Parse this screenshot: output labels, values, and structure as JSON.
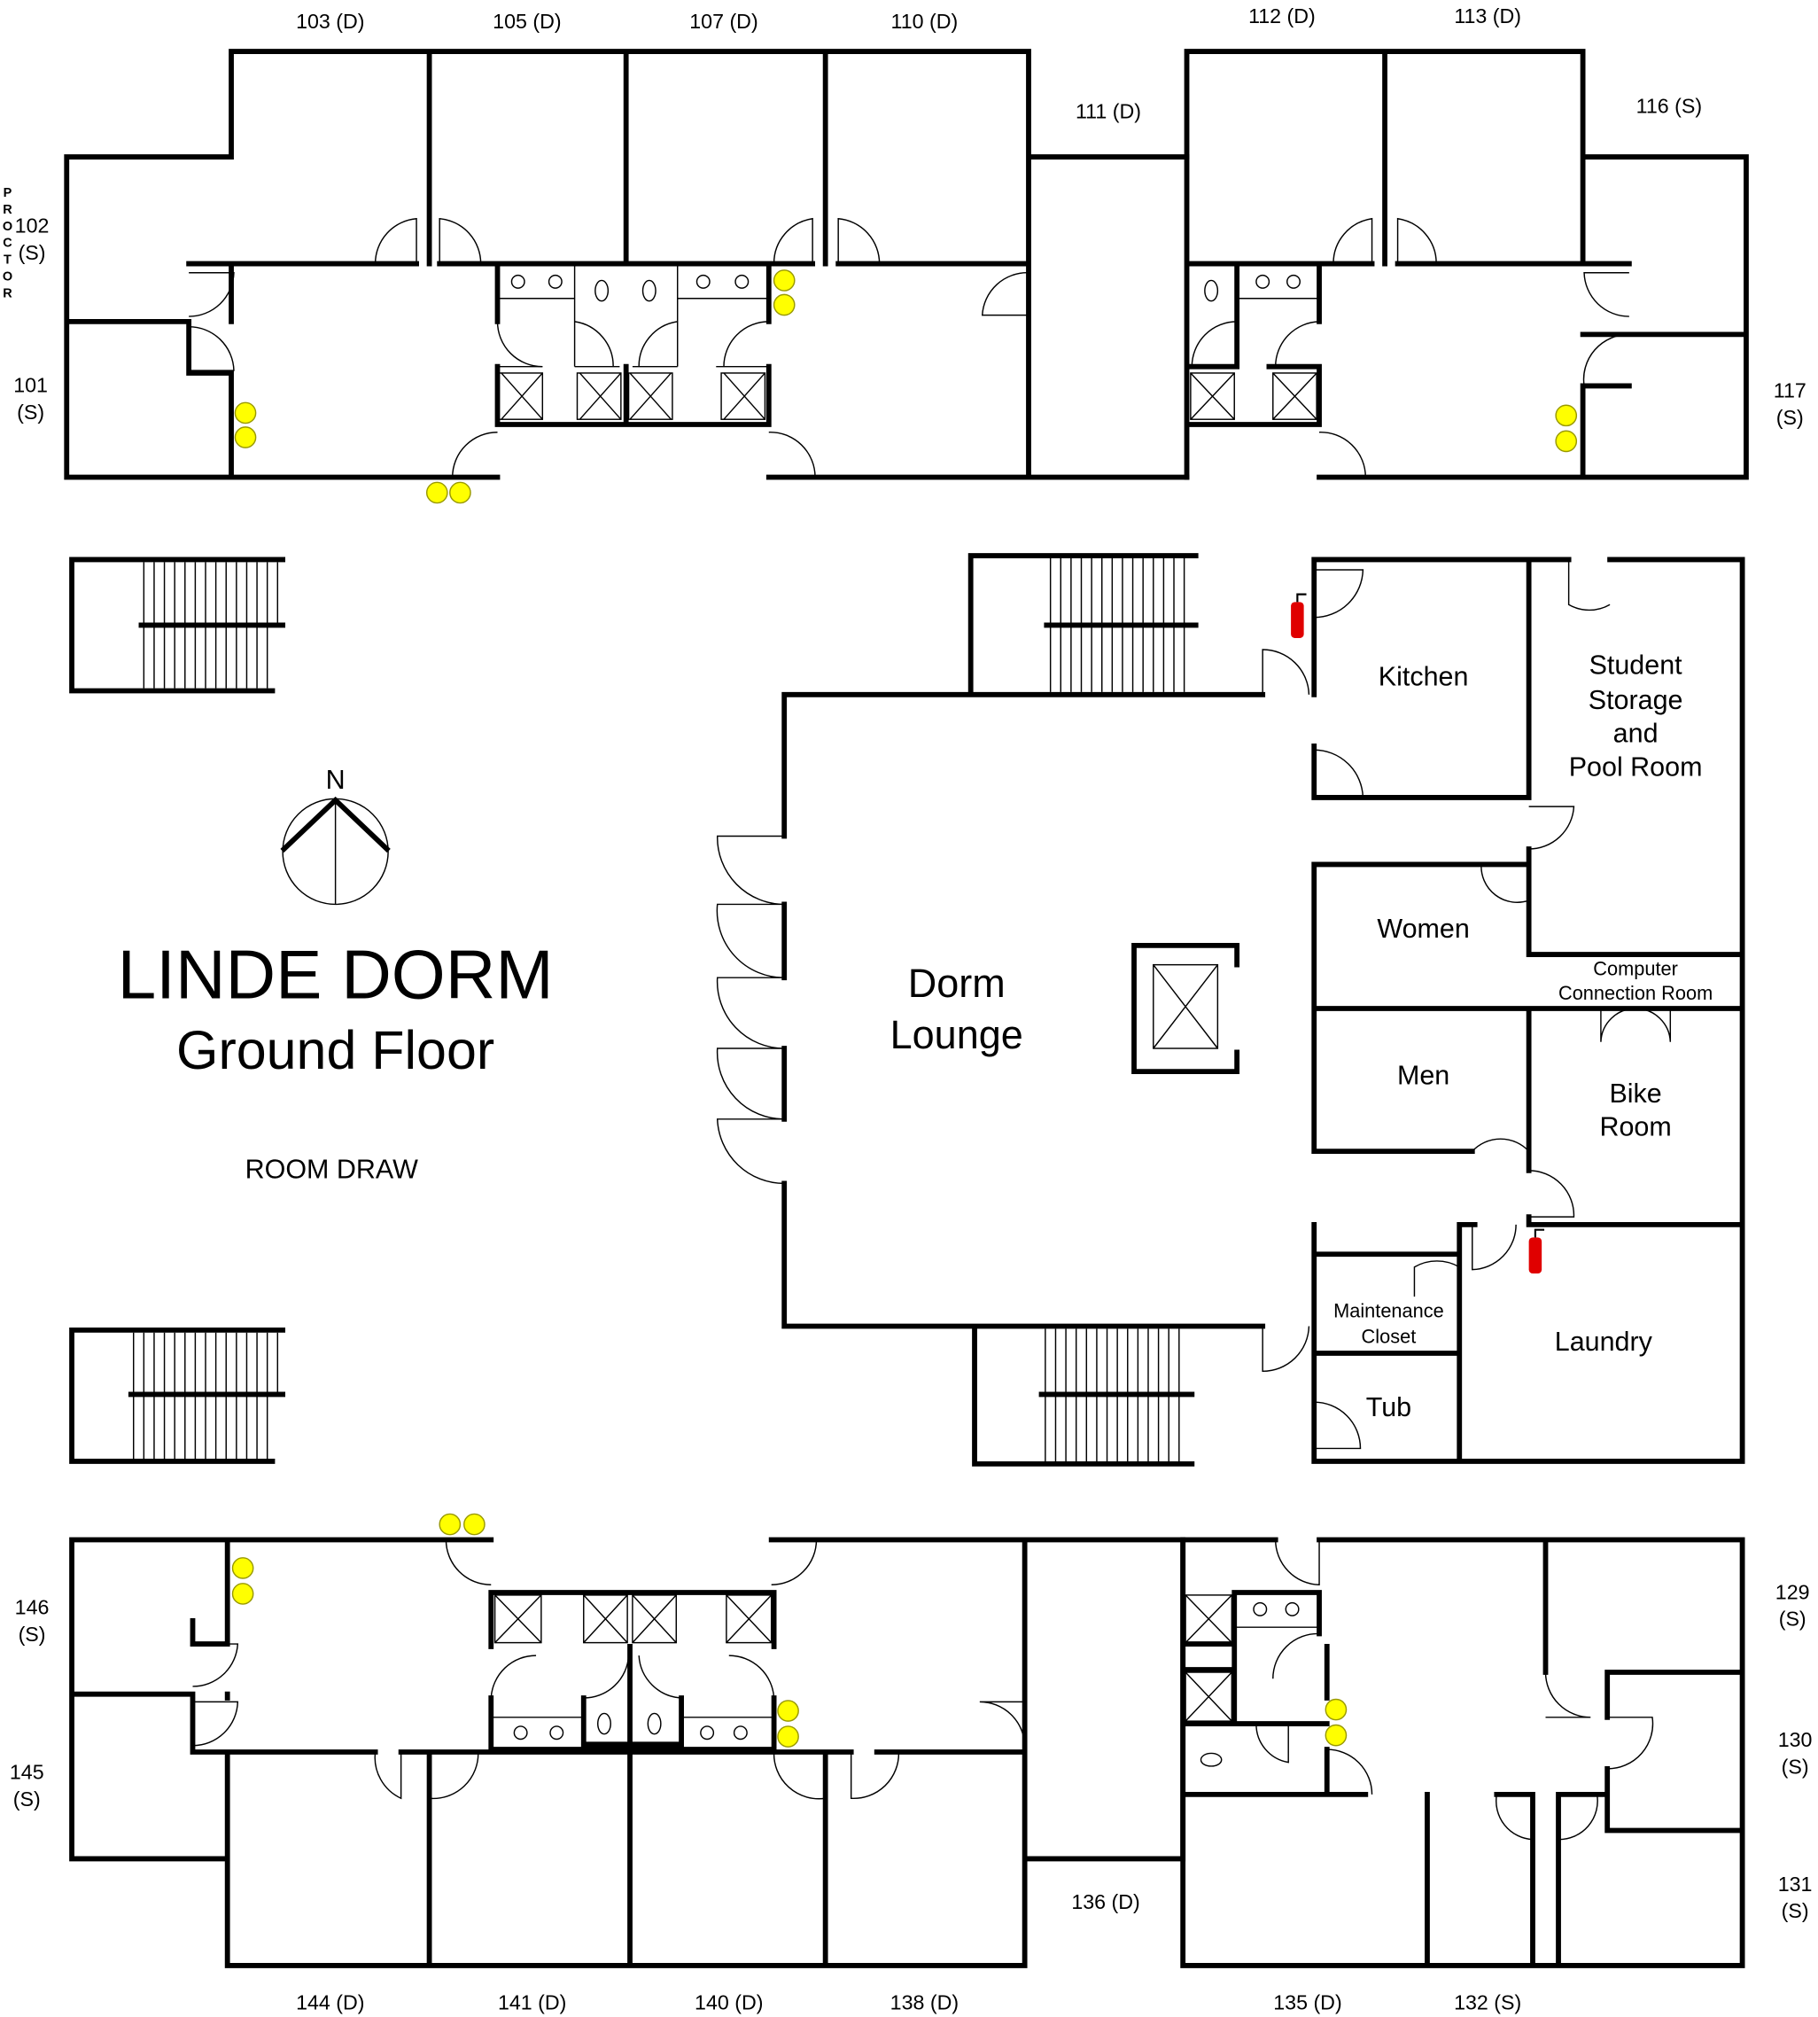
{
  "title": "LINDE DORM",
  "subtitle": "Ground Floor",
  "note": "ROOM DRAW",
  "compass": "N",
  "proctor": [
    "P",
    "R",
    "O",
    "C",
    "T",
    "O",
    "R"
  ],
  "rooms_top": {
    "r103": "103 (D)",
    "r105": "105 (D)",
    "r107": "107 (D)",
    "r110": "110 (D)",
    "r111": "111 (D)",
    "r112": "112 (D)",
    "r113": "113 (D)",
    "r116": "116 (S)",
    "r102a": "102",
    "r102b": "(S)",
    "r101a": "101",
    "r101b": "(S)",
    "r117a": "117",
    "r117b": "(S)"
  },
  "rooms_mid": {
    "kitchen": "Kitchen",
    "storage": [
      "Student",
      "Storage",
      "and",
      "Pool Room"
    ],
    "women": "Women",
    "computer": [
      "Computer",
      "Connection Room"
    ],
    "men": "Men",
    "bike": [
      "Bike",
      "Room"
    ],
    "maintenance": [
      "Maintenance",
      "Closet"
    ],
    "laundry": "Laundry",
    "tub": "Tub",
    "lounge": [
      "Dorm",
      "Lounge"
    ]
  },
  "rooms_bottom": {
    "r146a": "146",
    "r146b": "(S)",
    "r145a": "145",
    "r145b": "(S)",
    "r129a": "129",
    "r129b": "(S)",
    "r130a": "130",
    "r130b": "(S)",
    "r131a": "131",
    "r131b": "(S)",
    "r136": "136 (D)",
    "r144": "144 (D)",
    "r141": "141 (D)",
    "r140": "140 (D)",
    "r138": "138 (D)",
    "r135": "135 (D)",
    "r132": "132 (S)"
  },
  "colors": {
    "marker": "#ffff00",
    "extinguisher": "#e00000"
  }
}
